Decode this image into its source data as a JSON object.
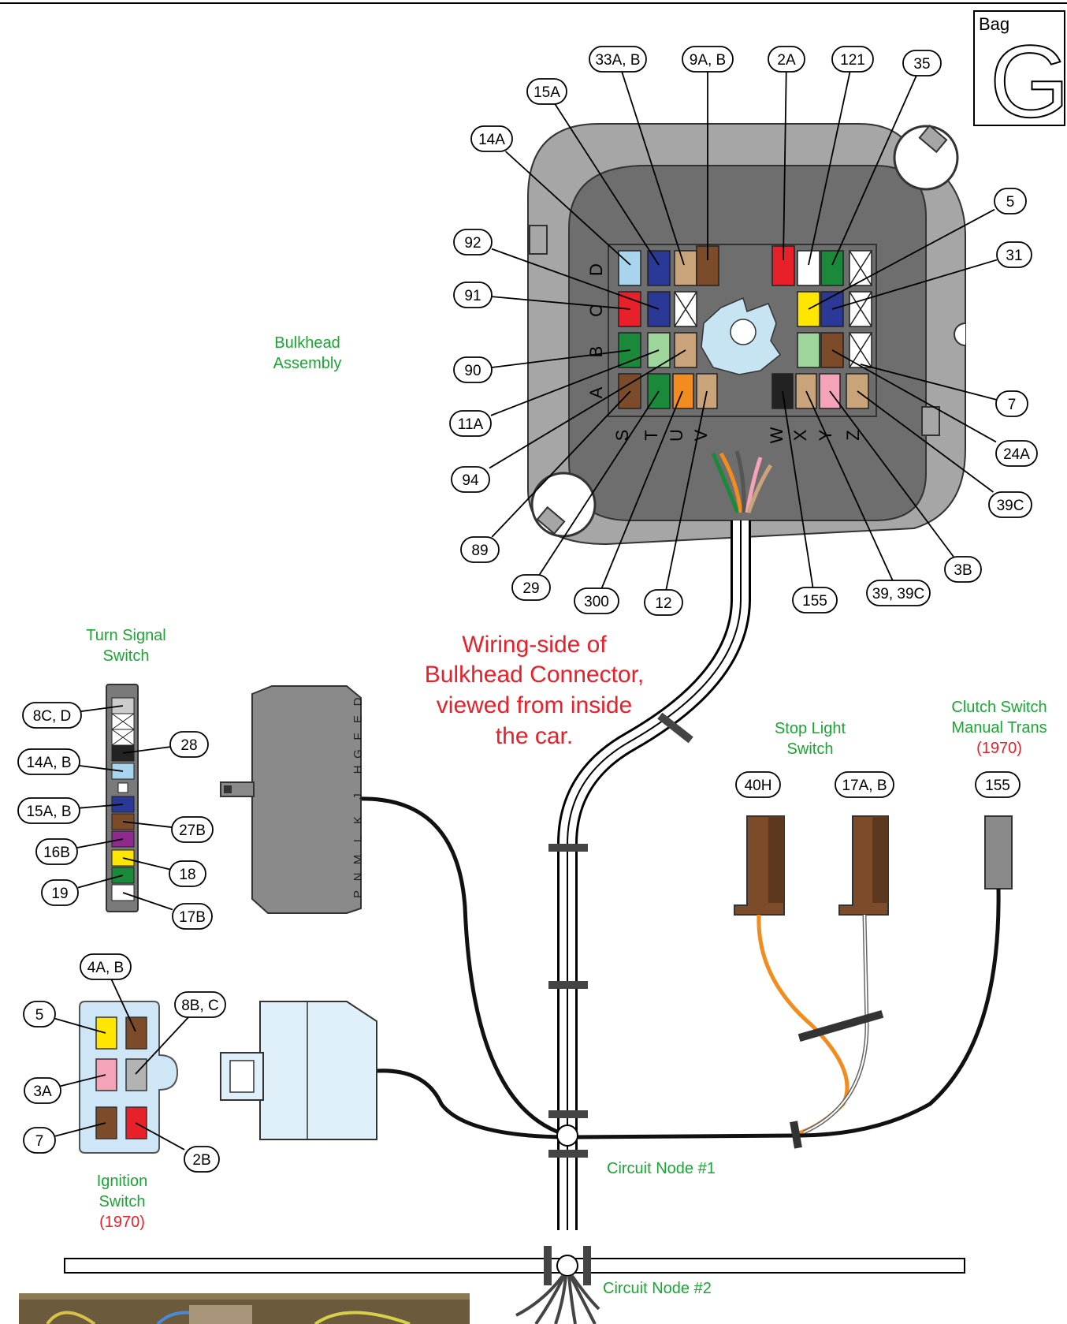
{
  "bag": {
    "label": "Bag",
    "letter": "G"
  },
  "labels": {
    "bulkhead_assembly": [
      "Bulkhead",
      "Assembly"
    ],
    "wiring_side": [
      "Wiring-side of",
      "Bulkhead Connector,",
      "viewed from inside",
      "the car."
    ],
    "turn_signal_switch": [
      "Turn Signal",
      "Switch"
    ],
    "stop_light_switch": [
      "Stop Light",
      "Switch"
    ],
    "clutch_switch": [
      "Clutch Switch",
      "Manual Trans"
    ],
    "clutch_year": "(1970)",
    "ignition_switch": [
      "Ignition",
      "Switch"
    ],
    "ignition_year": "(1970)",
    "circuit_node_1": "Circuit Node #1",
    "circuit_node_2": "Circuit Node #2"
  },
  "bulkhead": {
    "row_letters": [
      "A",
      "B",
      "C",
      "D"
    ],
    "column_letters": [
      "S",
      "T",
      "U",
      "V",
      "W",
      "X",
      "Y",
      "Z"
    ],
    "callouts": [
      "33A, B",
      "9A, B",
      "2A",
      "121",
      "35",
      "15A",
      "14A",
      "5",
      "31",
      "92",
      "91",
      "90",
      "11A",
      "94",
      "89",
      "29",
      "300",
      "12",
      "155",
      "39, 39C",
      "3B",
      "39C",
      "24A",
      "7"
    ]
  },
  "turn_signal": {
    "connector_letters": [
      "D",
      "E",
      "F",
      "G",
      "H",
      "J",
      "K",
      "L",
      "M",
      "N",
      "P"
    ],
    "callouts": [
      "8C, D",
      "14A, B",
      "15A, B",
      "16B",
      "19",
      "28",
      "27B",
      "18",
      "17B"
    ]
  },
  "stop_light": {
    "callouts": [
      "40H",
      "17A, B"
    ]
  },
  "clutch": {
    "callouts": [
      "155"
    ]
  },
  "ignition": {
    "callouts": [
      "4A, B",
      "5",
      "8B, C",
      "3A",
      "7",
      "2B"
    ]
  },
  "colors": {
    "light_blue": "#a8d4ee",
    "blue": "#2a3896",
    "tan": "#c9a47b",
    "brown": "#7b4b2a",
    "red": "#e8202a",
    "white": "#ffffff",
    "green": "#1a8a3a",
    "light_green": "#9ed59b",
    "orange": "#f28c1e",
    "black": "#222222",
    "pink": "#f5a3b8",
    "yellow": "#ffe600",
    "purple": "#8e2a8e",
    "gray": "#b3b3b3",
    "label_green": "#1aa632",
    "label_red": "#e8202a"
  }
}
